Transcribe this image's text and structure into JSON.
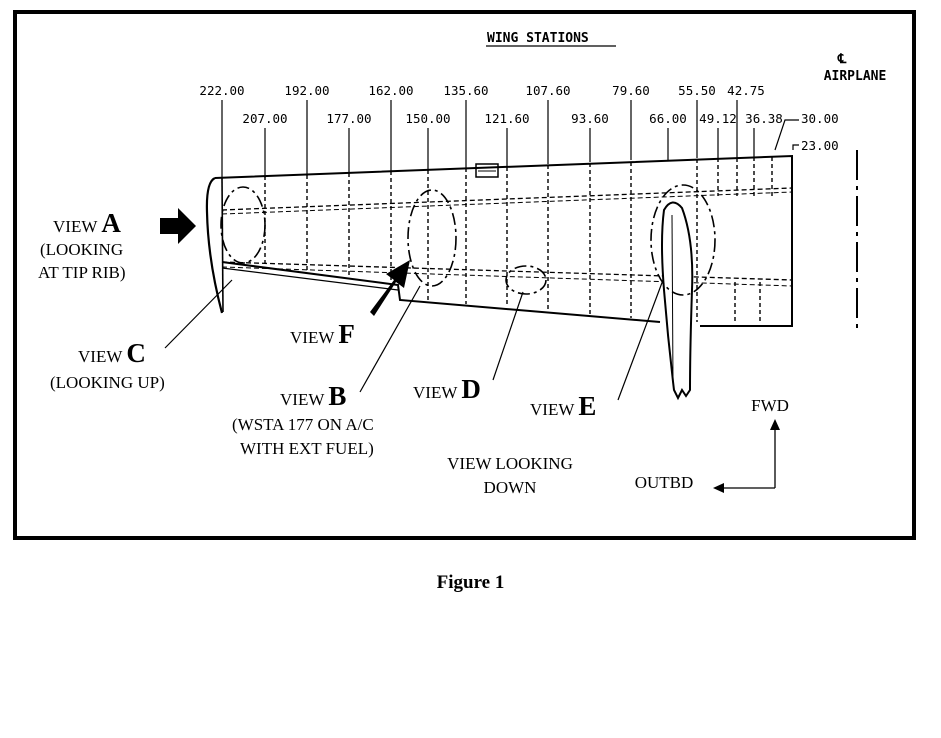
{
  "title": "WING STATIONS",
  "centerline": {
    "symbol": "℄",
    "label": "AIRPLANE"
  },
  "stations_top": [
    "222.00",
    "192.00",
    "162.00",
    "135.60",
    "107.60",
    "79.60",
    "55.50",
    "42.75"
  ],
  "stations_mid": [
    "207.00",
    "177.00",
    "150.00",
    "121.60",
    "93.60",
    "66.00",
    "49.12",
    "36.38"
  ],
  "stations_right": [
    "30.00",
    "23.00"
  ],
  "views": {
    "a": {
      "prefix": "VIEW ",
      "letter": "A",
      "note1": "(LOOKING",
      "note2": "AT TIP RIB)"
    },
    "b": {
      "prefix": "VIEW ",
      "letter": "B",
      "note1": "(WSTA 177 ON A/C",
      "note2": "WITH EXT FUEL)"
    },
    "c": {
      "prefix": "VIEW ",
      "letter": "C",
      "note1": "(LOOKING UP)"
    },
    "d": {
      "prefix": "VIEW ",
      "letter": "D"
    },
    "e": {
      "prefix": "VIEW ",
      "letter": "E"
    },
    "f": {
      "prefix": "VIEW ",
      "letter": "F"
    }
  },
  "view_looking_down": [
    "VIEW LOOKING",
    "DOWN"
  ],
  "directions": {
    "fwd": "FWD",
    "outbd": "OUTBD"
  },
  "caption": "Figure 1"
}
